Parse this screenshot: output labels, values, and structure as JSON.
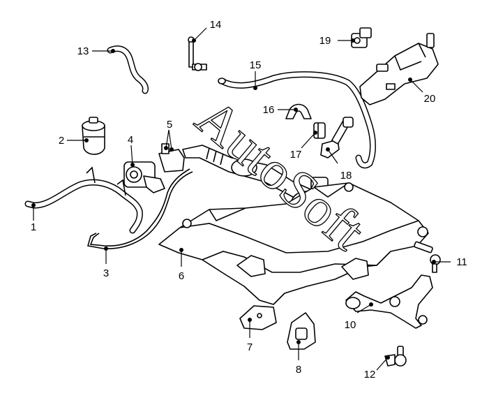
{
  "callouts": [
    {
      "id": "1",
      "label": "1"
    },
    {
      "id": "2",
      "label": "2"
    },
    {
      "id": "3",
      "label": "3"
    },
    {
      "id": "4",
      "label": "4"
    },
    {
      "id": "5",
      "label": "5"
    },
    {
      "id": "6",
      "label": "6"
    },
    {
      "id": "7",
      "label": "7"
    },
    {
      "id": "8",
      "label": "8"
    },
    {
      "id": "10",
      "label": "10"
    },
    {
      "id": "11",
      "label": "11"
    },
    {
      "id": "12",
      "label": "12"
    },
    {
      "id": "13",
      "label": "13"
    },
    {
      "id": "14",
      "label": "14"
    },
    {
      "id": "15",
      "label": "15"
    },
    {
      "id": "16",
      "label": "16"
    },
    {
      "id": "17",
      "label": "17"
    },
    {
      "id": "18",
      "label": "18"
    },
    {
      "id": "19",
      "label": "19"
    },
    {
      "id": "20",
      "label": "20"
    }
  ],
  "watermark": {
    "text": "AutoSoft"
  }
}
